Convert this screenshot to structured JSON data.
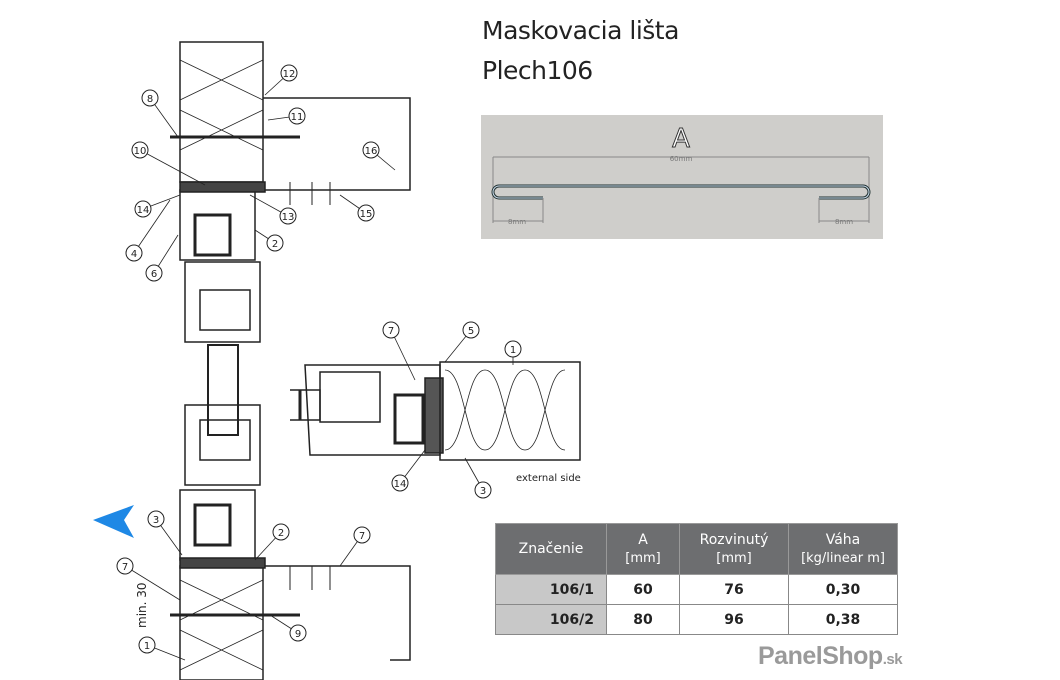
{
  "title_line1": "Maskovacia lišta",
  "title_line2": "Plech106",
  "profile": {
    "label_a": "A",
    "width_dim": "60mm",
    "left_fold": "8mm",
    "right_fold": "8mm"
  },
  "table": {
    "headers": [
      {
        "name": "Značenie",
        "unit": ""
      },
      {
        "name": "A",
        "unit": "[mm]"
      },
      {
        "name": "Rozvinutý",
        "unit": "[mm]"
      },
      {
        "name": "Váha",
        "unit": "[kg/linear m]"
      }
    ],
    "rows": [
      [
        "106/1",
        "60",
        "76",
        "0,30"
      ],
      [
        "106/2",
        "80",
        "96",
        "0,38"
      ]
    ]
  },
  "drawing": {
    "callouts": [
      "12",
      "8",
      "11",
      "10",
      "16",
      "14",
      "13",
      "15",
      "2",
      "4",
      "6",
      "7",
      "5",
      "1",
      "14",
      "3",
      "3",
      "2",
      "7",
      "7",
      "9",
      "1"
    ],
    "external_side": "external side",
    "min_label": "min. 30"
  },
  "logo": {
    "name": "PanelShop",
    "tld": ".sk"
  },
  "colors": {
    "arrow": "#1e88e5",
    "table_header": "#6d6e70",
    "profile_bg": "#cfcecb"
  }
}
